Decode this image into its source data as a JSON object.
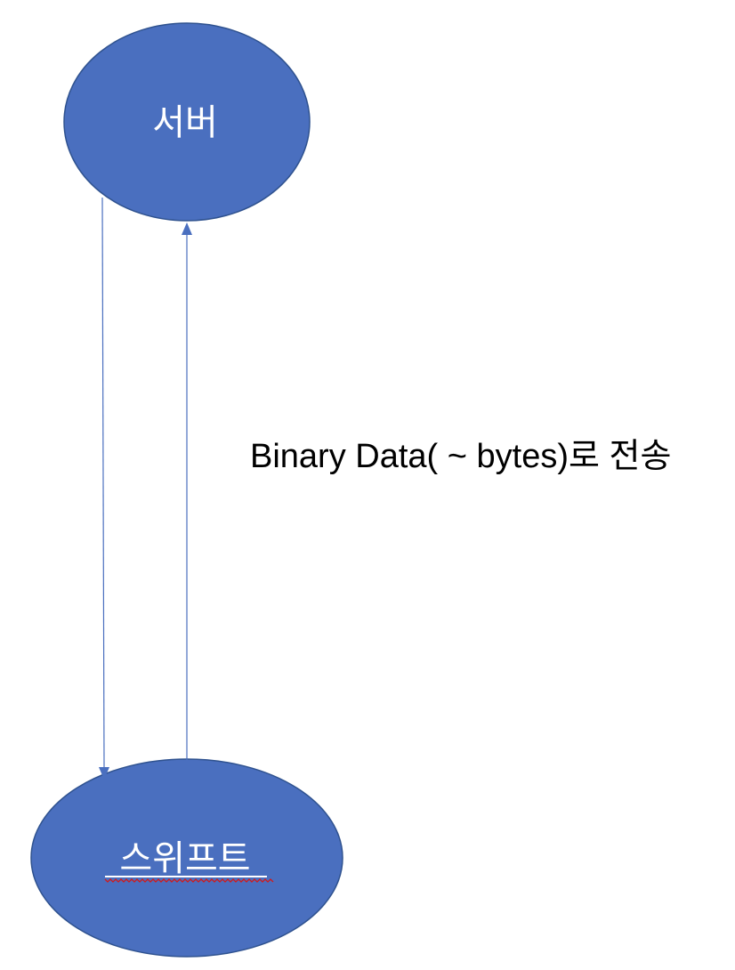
{
  "nodes": {
    "server": {
      "label": "서버"
    },
    "swift": {
      "label": "스위프트",
      "spellcheck_underline": true
    }
  },
  "edges": {
    "server_to_swift": {
      "from": "server",
      "to": "swift"
    },
    "swift_to_server": {
      "from": "swift",
      "to": "server"
    }
  },
  "annotation": {
    "text": "Binary Data( ~ bytes)로 전송"
  },
  "colors": {
    "node_fill": "#4a6fbf",
    "node_stroke": "#2f528f",
    "edge": "#4a6fbf",
    "label_text": "#ffffff",
    "annotation_text": "#000000",
    "spellcheck": "#d11a1a"
  }
}
